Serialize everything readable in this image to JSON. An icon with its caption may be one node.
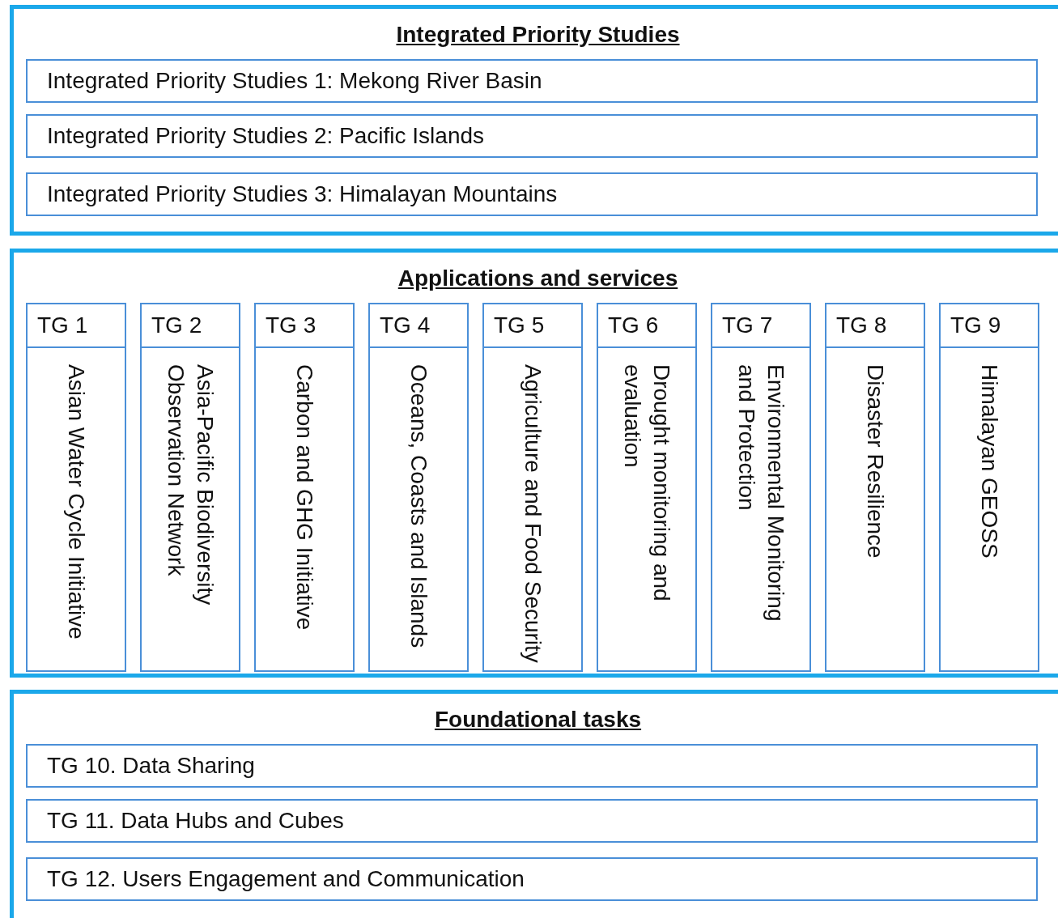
{
  "diagram": {
    "nodes": [
      {
        "text": [
          "Integrated Priority Studies"
        ]
      },
      {
        "text": [
          "Integrated Priority Studies 1: Mekong River Basin"
        ],
        "in": 0
      },
      {
        "text": [
          "Integrated Priority Studies 2: Pacific Islands"
        ],
        "in": 0
      },
      {
        "text": [
          "Integrated Priority Studies 3: Himalayan Mountains"
        ],
        "in": 0
      },
      {
        "text": [
          "Applications and services"
        ]
      },
      {
        "text": [
          "TG 1",
          "Asian Water Cycle Initiative"
        ],
        "in": 4
      },
      {
        "text": [
          "TG 2",
          "Asia-Pacific Biodiversity Observation Network"
        ],
        "in": 4
      },
      {
        "text": [
          "TG 3",
          "Carbon and GHG Initiative"
        ],
        "in": 4
      },
      {
        "text": [
          "TG 4",
          "Oceans, Coasts and Islands"
        ],
        "in": 4
      },
      {
        "text": [
          "TG 5",
          "Agriculture and Food Security"
        ],
        "in": 4
      },
      {
        "text": [
          "TG 6",
          "Drought monitoring and evaluation"
        ],
        "in": 4
      },
      {
        "text": [
          "TG 7",
          "Environmental Monitoring and Protection"
        ],
        "in": 4
      },
      {
        "text": [
          "TG 8",
          "Disaster Resilience"
        ],
        "in": 4
      },
      {
        "text": [
          "TG 9",
          "Himalayan GEOSS"
        ],
        "in": 4
      },
      {
        "text": [
          "Foundational tasks"
        ]
      },
      {
        "text": [
          "TG 10. Data Sharing"
        ],
        "in": 14
      },
      {
        "text": [
          "TG 11. Data Hubs and Cubes"
        ],
        "in": 14
      },
      {
        "text": [
          "TG 12. Users Engagement and Communication"
        ],
        "in": 14
      }
    ]
  }
}
